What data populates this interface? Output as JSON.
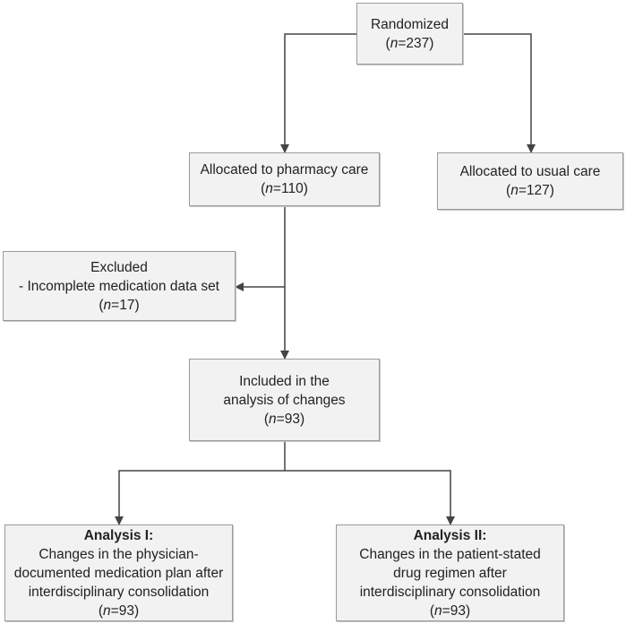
{
  "randomized": {
    "label": "Randomized",
    "n_var": "n",
    "n_value": "=237"
  },
  "pharmacy": {
    "label": "Allocated to pharmacy care",
    "n_var": "n",
    "n_value": "=110"
  },
  "usual": {
    "label": "Allocated to usual care",
    "n_var": "n",
    "n_value": "=127"
  },
  "excluded": {
    "title": "Excluded",
    "reason": "- Incomplete medication data set",
    "n_var": "n",
    "n_value": "=17"
  },
  "included": {
    "line1": "Included in the",
    "line2": "analysis of changes",
    "n_var": "n",
    "n_value": "=93"
  },
  "analysis1": {
    "title": "Analysis I:",
    "line1": "Changes in the physician-",
    "line2": "documented medication plan after",
    "line3": "interdisciplinary consolidation",
    "n_var": "n",
    "n_value": "=93"
  },
  "analysis2": {
    "title": "Analysis II:",
    "line1": "Changes in the patient-stated",
    "line2": "drug regimen after",
    "line3": "interdisciplinary consolidation",
    "n_var": "n",
    "n_value": "=93"
  },
  "colors": {
    "box_fill": "#f2f2f2",
    "box_border": "#9a9a9a",
    "connector": "#444444"
  }
}
